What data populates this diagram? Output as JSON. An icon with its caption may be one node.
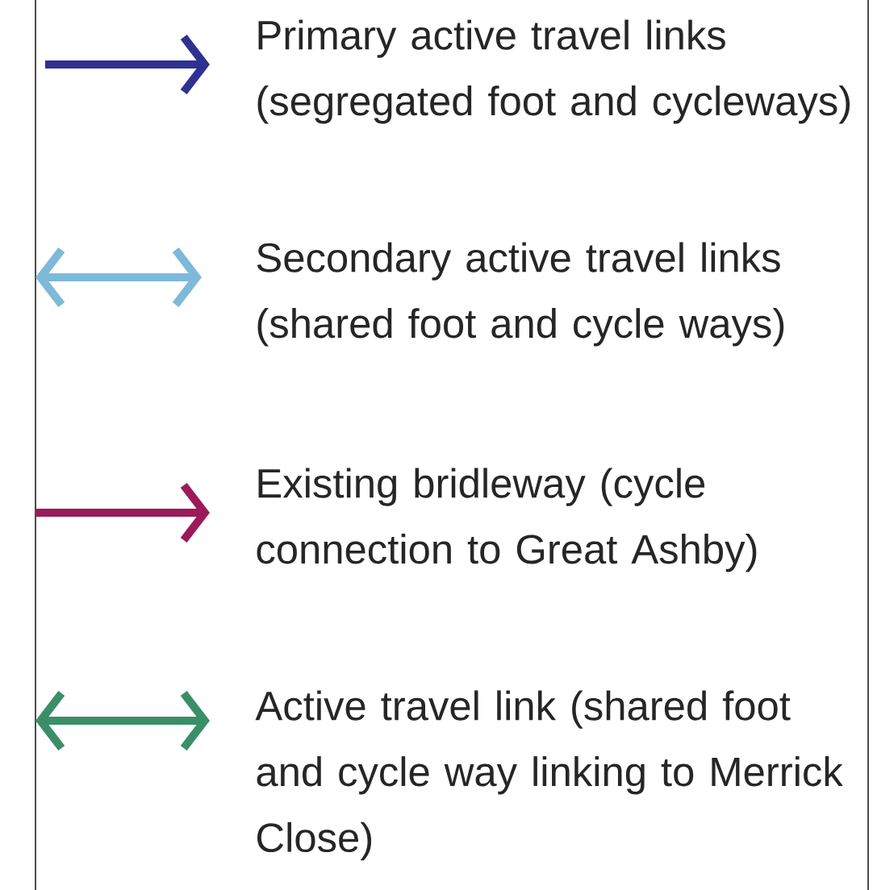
{
  "diagram": {
    "legend": [
      {
        "text": "Primary active travel links (segregated foot and cycleways)",
        "color": "#2e3192"
      },
      {
        "text": "Secondary active travel links (shared foot and cycle ways)",
        "color": "#7db9d9"
      },
      {
        "text": "Existing bridleway (cycle connection to Great Ashby)",
        "color": "#9b1b5a"
      },
      {
        "text": "Active travel link (shared foot and cycle way linking to Merrick Close)",
        "color": "#3a8f68"
      }
    ]
  }
}
